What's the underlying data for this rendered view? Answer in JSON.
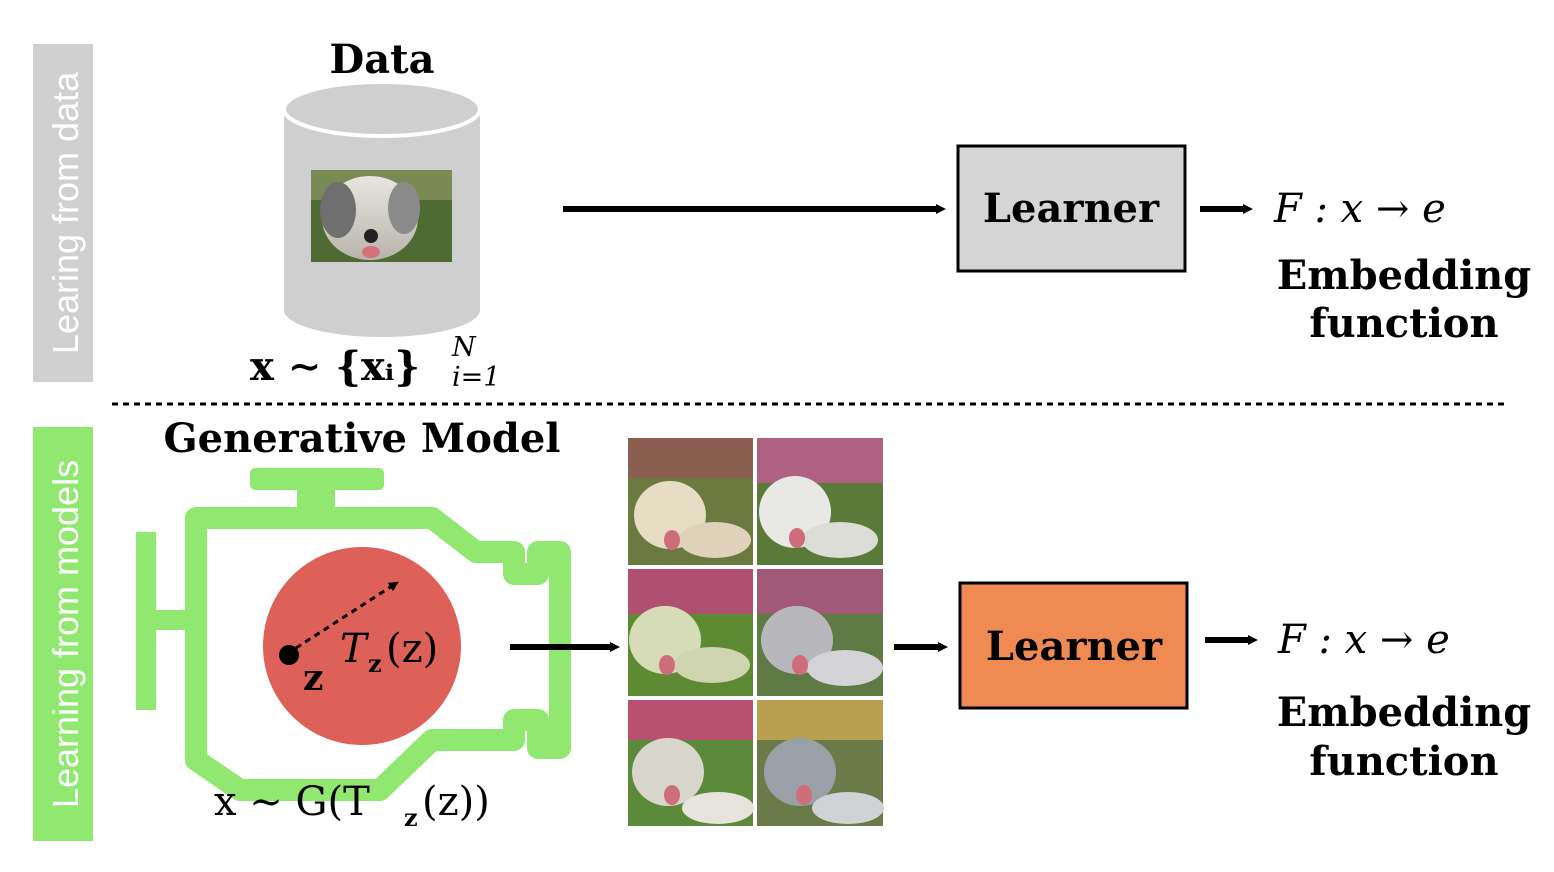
{
  "side_labels": {
    "top": "Learing from data",
    "bottom": "Learning from models"
  },
  "data_section": {
    "title": "Data",
    "formula": "x ∼ {xᵢ}",
    "formula_sup": "N",
    "formula_sub": "i=1",
    "learner_label": "Learner",
    "embedding_formula": "F : x → e",
    "embedding_line1": "Embedding",
    "embedding_line2": "function"
  },
  "model_section": {
    "title": "Generative Model",
    "z_label": "z",
    "transform_label": "T",
    "transform_sub": "z",
    "transform_arg": "(z)",
    "formula": "x ∼ G(T",
    "formula_sub": "z",
    "formula_tail": "(z))",
    "learner_label": "Learner",
    "embedding_formula": "F : x → e",
    "embedding_line1": "Embedding",
    "embedding_line2": "function"
  },
  "colors": {
    "top_side_bg": "#d0d0d0",
    "bottom_side_bg": "#90e870",
    "engine_green": "#90e870",
    "latent_red": "#dd6158",
    "learner_top_fill": "#d5d5d5",
    "learner_bottom_fill": "#ef8b52",
    "cylinder_gray": "#cfcfcf"
  },
  "images": {
    "data_sample": "dog-photo",
    "generated_grid": [
      "dog-photo",
      "dog-photo",
      "dog-photo",
      "dog-photo",
      "dog-photo",
      "dog-photo"
    ]
  }
}
